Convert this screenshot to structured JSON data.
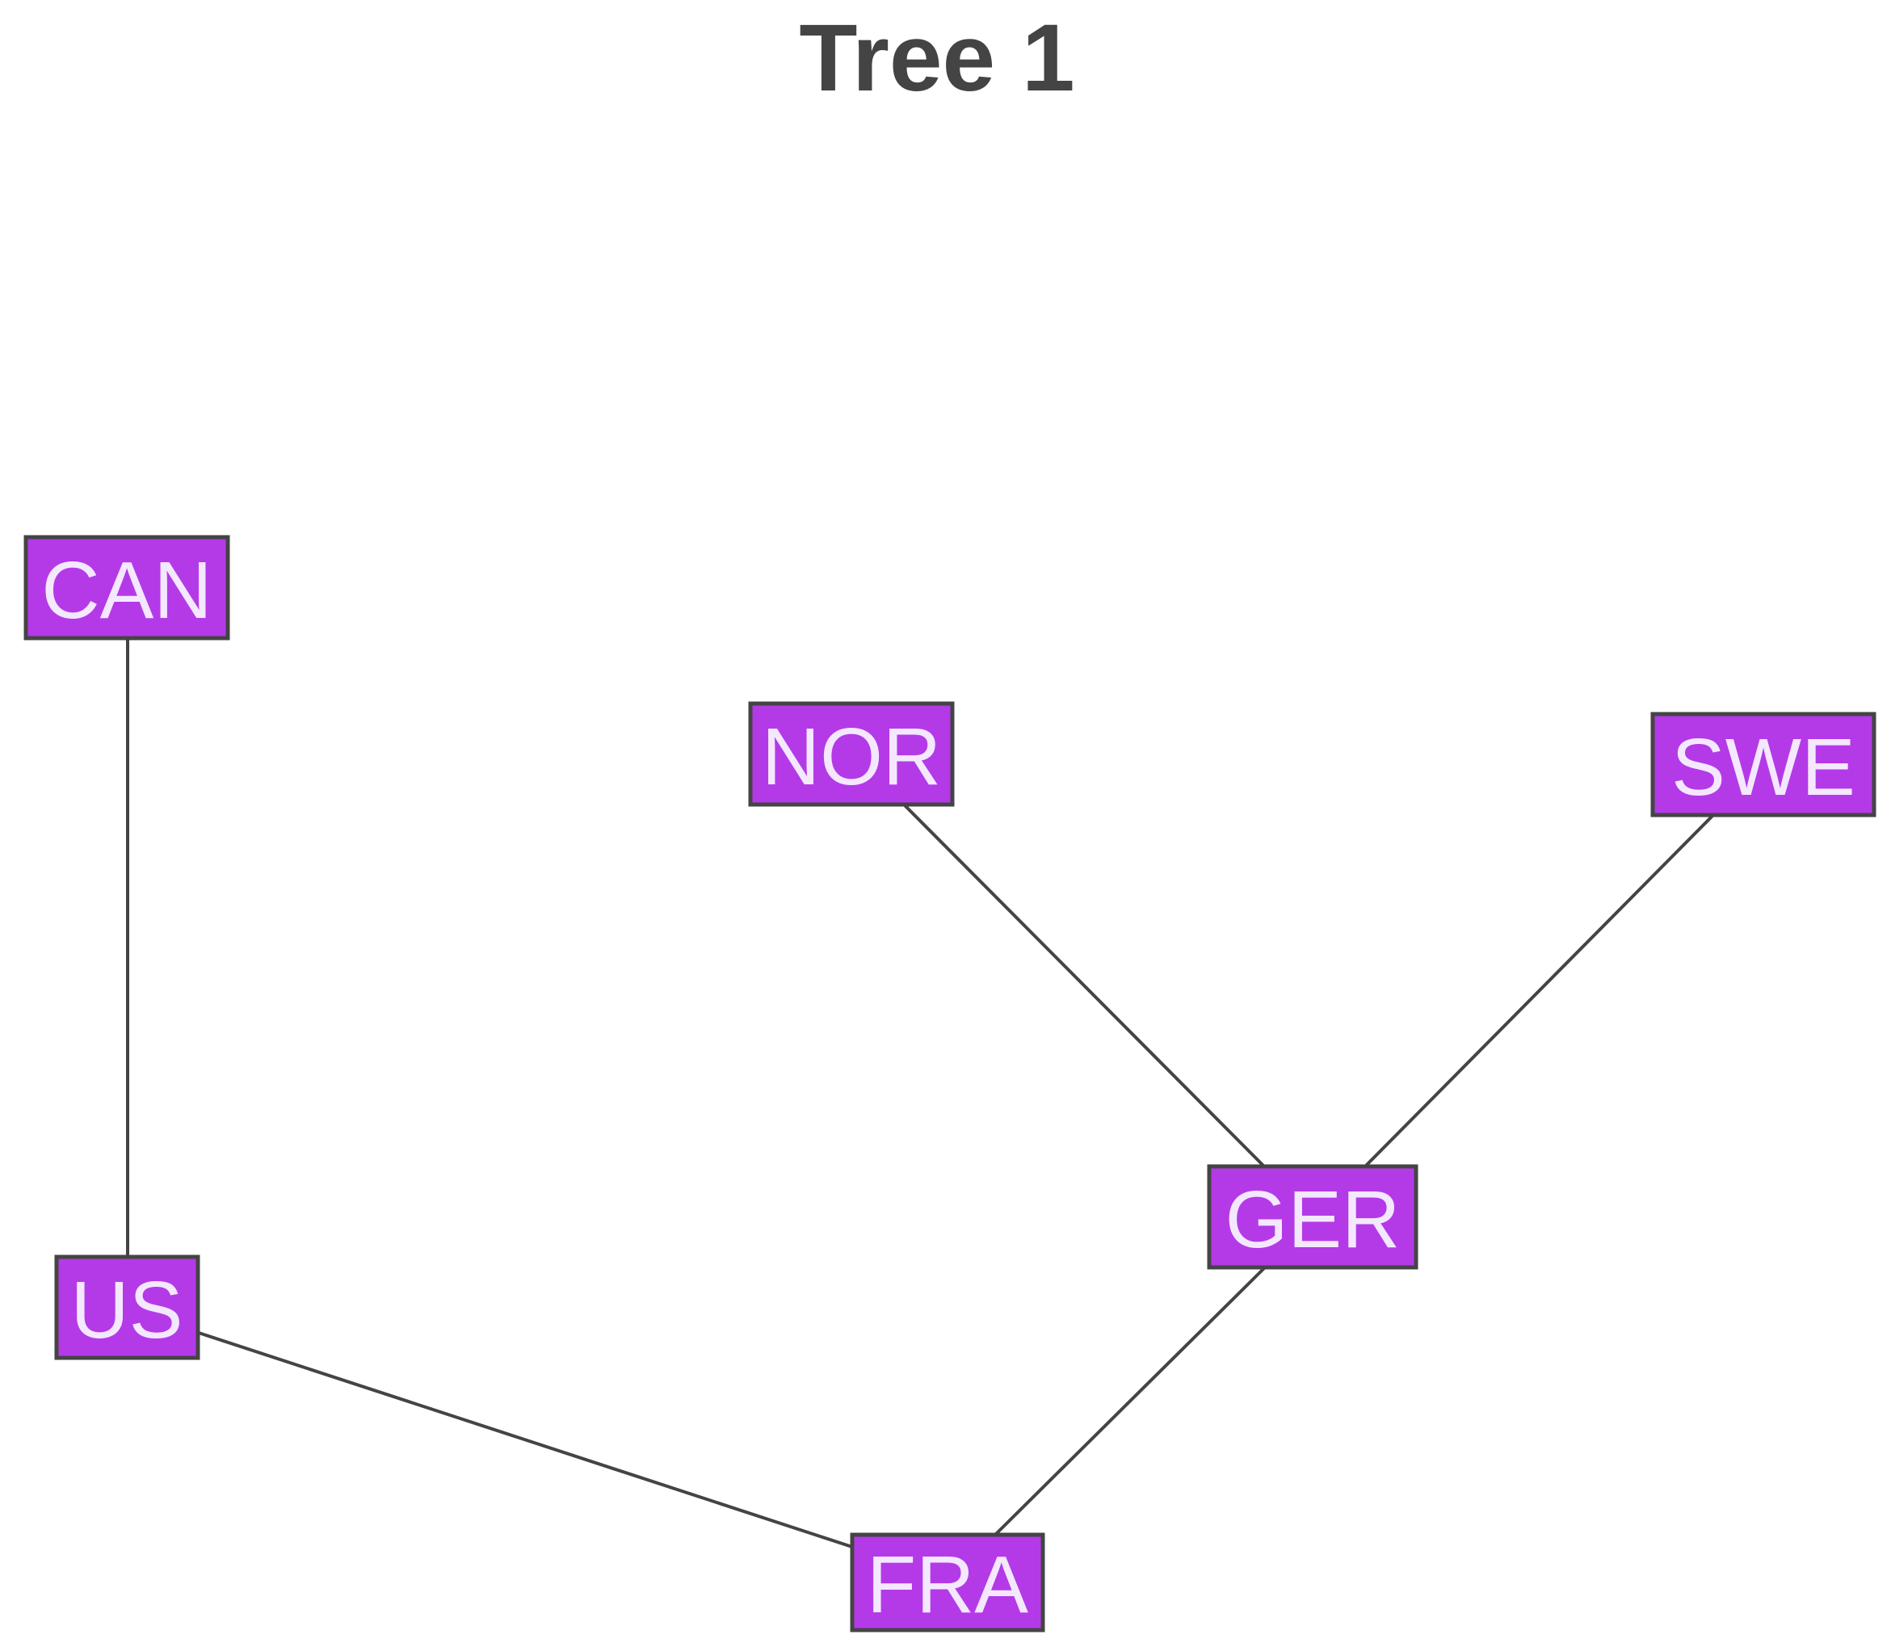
{
  "title": "Tree 1",
  "colors": {
    "node_fill": "#b43ae8",
    "node_text": "#f4e8ff",
    "edge": "#444444",
    "title": "#444444",
    "background": "#ffffff"
  },
  "nodes": [
    {
      "id": "CAN",
      "label": "CAN"
    },
    {
      "id": "NOR",
      "label": "NOR"
    },
    {
      "id": "SWE",
      "label": "SWE"
    },
    {
      "id": "GER",
      "label": "GER"
    },
    {
      "id": "US",
      "label": "US"
    },
    {
      "id": "FRA",
      "label": "FRA"
    }
  ],
  "edges": [
    {
      "from": "CAN",
      "to": "US"
    },
    {
      "from": "NOR",
      "to": "GER"
    },
    {
      "from": "SWE",
      "to": "GER"
    },
    {
      "from": "GER",
      "to": "FRA"
    },
    {
      "from": "US",
      "to": "FRA"
    }
  ]
}
